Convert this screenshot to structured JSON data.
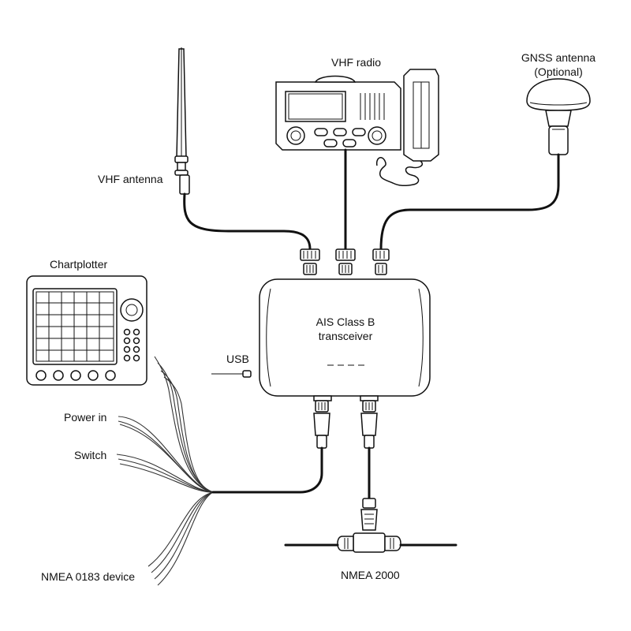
{
  "labels": {
    "vhf_radio": "VHF radio",
    "gnss_antenna_line1": "GNSS antenna",
    "gnss_antenna_line2": "(Optional)",
    "vhf_antenna": "VHF antenna",
    "chartplotter": "Chartplotter",
    "ais_line1": "AIS Class B",
    "ais_line2": "transceiver",
    "usb": "USB",
    "power_in": "Power in",
    "switch": "Switch",
    "nmea0183": "NMEA 0183 device",
    "nmea2000": "NMEA 2000"
  },
  "colors": {
    "line": "#111111",
    "background": "#ffffff"
  }
}
